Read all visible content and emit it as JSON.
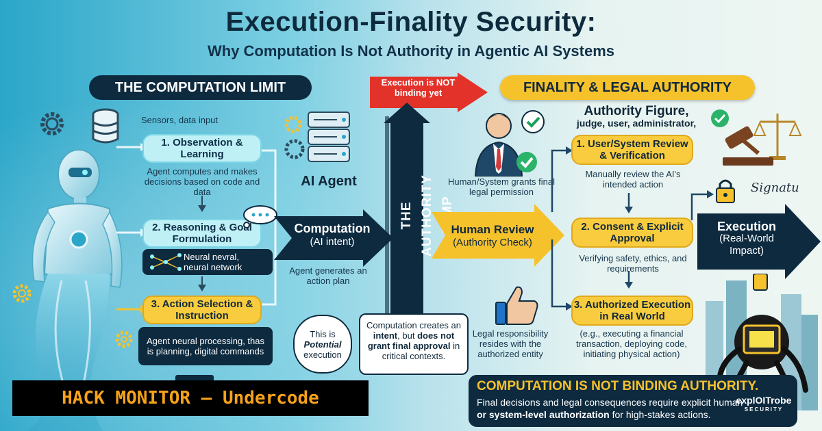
{
  "header": {
    "title": "Execution-Finality Security:",
    "subtitle": "Why Computation Is Not Authority in Agentic AI Systems"
  },
  "left": {
    "section_label": "THE COMPUTATION LIMIT",
    "sensors_label": "Sensors, data input",
    "step1": "1. Observation & Learning",
    "step1_desc": "Agent computes and makes decisions based on code and data",
    "agent_label": "AI Agent",
    "step2": "2. Reasoning & Goal Formulation",
    "network_label": "Neural nevral, neural network",
    "step3": "3. Action Selection & Instruction",
    "step3_desc": "Agent neural processing, thas is planning, digital commands",
    "potential_bubble": {
      "line1": "This is",
      "line2": "Potential",
      "line3": "execution"
    },
    "computation_arrow": {
      "line1": "Computation",
      "line2": "(AI intent)"
    },
    "plan_label": "Agent generates an action plan"
  },
  "middle": {
    "not_binding_arrow": "Execution is NOT binding yet",
    "pillar_label": "THE AUTHORITY JUMP",
    "intent_box": {
      "part1": "Computation creates an ",
      "bold1": "intent",
      "part2": ", but ",
      "bold2": "does not grant final approval",
      "part3": " in critical contexts."
    }
  },
  "right": {
    "section_label": "FINALITY & LEGAL AUTHORITY",
    "authority_title": "Authority Figure,",
    "authority_sub": "judge, user, administrator,",
    "grant_label": "Human/System grants final legal permission",
    "review_arrow": {
      "line1": "Human Review",
      "line2": "(Authority Check)"
    },
    "step1": "1. User/System Review & Verification",
    "step1_desc": "Manually review the AI's intended action",
    "step2": "2. Consent & Explicit Approval",
    "step2_desc": "Verifying safety, ethics, and requirements",
    "step3": "3. Authorized Execution in Real World",
    "step3_desc": "(e.g., executing a financial transaction, deploying code, initiating physical action)",
    "responsibility_label": "Legal responsibility resides with the authorized entity",
    "execution_arrow": {
      "line1": "Execution",
      "line2": "(Real-World",
      "line3": "Impact)"
    },
    "signature_text": "Signatu",
    "bottom_title": "COMPUTATION IS NOT BINDING AUTHORITY.",
    "bottom_line1": "Final decisions and legal consequences require explicit human",
    "bottom_line2_bold": "or system-level authorization",
    "bottom_line2_rest": " for high-stakes actions."
  },
  "overlays": {
    "watermark": "HACK MONITOR – Undercode",
    "logo_text": "explOITrobe",
    "logo_sub": "SECURITY"
  },
  "colors": {
    "navy": "#0d2a3f",
    "gold": "#f6c22c",
    "cyan_step": "#bff0f6",
    "red_arrow": "#e2322a",
    "watermark_orange": "#f6a21a"
  }
}
